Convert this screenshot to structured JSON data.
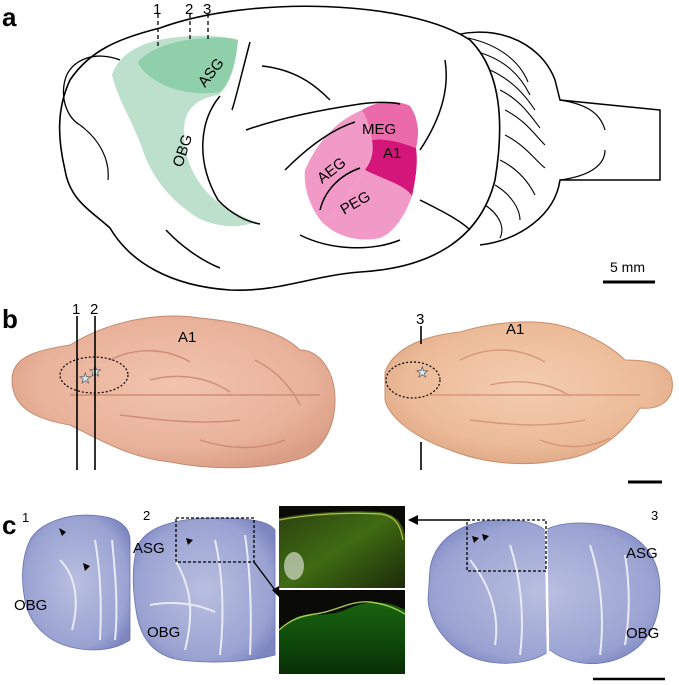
{
  "panels": {
    "a": {
      "letter": "a",
      "section_numbers": [
        "1",
        "2",
        "3"
      ],
      "regions": {
        "asg": "ASG",
        "obg": "OBG",
        "meg": "MEG",
        "a1": "A1",
        "aeg": "AEG",
        "peg": "PEG"
      },
      "scale_label": "5 mm",
      "colors": {
        "green_light": "#bde0cc",
        "green_dark": "#8fcfaa",
        "pink_light": "#f29ac7",
        "pink_mid": "#ea6aaa",
        "magenta": "#d4157a"
      }
    },
    "b": {
      "letter": "b",
      "left_numbers": [
        "1",
        "2"
      ],
      "left_label": "A1",
      "right_number": "3",
      "right_label": "A1"
    },
    "c": {
      "letter": "c",
      "section1_number": "1",
      "section1_obg": "OBG",
      "section2_number": "2",
      "section2_asg": "ASG",
      "section2_obg": "OBG",
      "section3_number": "3",
      "section3_asg": "ASG",
      "section3_obg": "OBG"
    }
  }
}
